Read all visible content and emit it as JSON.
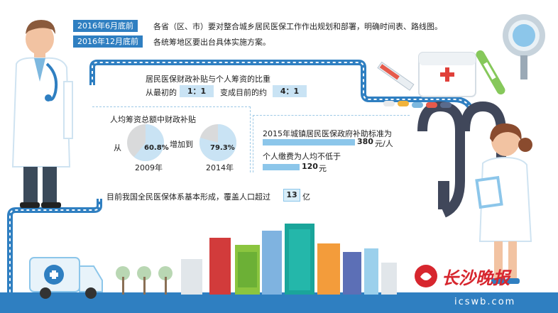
{
  "timeline": [
    {
      "date": "2016年6月底前",
      "text": "各省（区、市）要对整合城乡居民医保工作作出规划和部署，明确时间表、路线图。"
    },
    {
      "date": "2016年12月底前",
      "text": "各统筹地区要出台具体实施方案。"
    }
  ],
  "ratio_section": {
    "title": "居民医保财政补贴与个人筹资的比重",
    "from_label": "从最初的",
    "from_value": "1：1",
    "to_label": "变成目前的约",
    "to_value": "4：1"
  },
  "subsidy_section": {
    "title": "人均筹资总额中财政补贴",
    "from_word": "从",
    "increase_word": "增加到",
    "pie_2009": {
      "value": 60.8,
      "label": "60.8%",
      "year": "2009年"
    },
    "pie_2014": {
      "value": 79.3,
      "label": "79.3%",
      "year": "2014年"
    }
  },
  "standard_section": {
    "line1": "2015年城镇居民医保政府补助标准为",
    "value1": "380",
    "unit1": "元/人",
    "line2": "个人缴费为人均不低于",
    "value2": "120",
    "unit2": "元"
  },
  "coverage": {
    "text_before": "目前我国全民医保体系基本形成，覆盖人口超过",
    "value": "13",
    "unit": "亿"
  },
  "watermark": {
    "brand": "长沙晚报",
    "url": "icswb.com"
  },
  "colors": {
    "accent_blue": "#2f7fc1",
    "light_blue": "#8cc6ea",
    "pale_blue": "#c9e3f4",
    "pie_grey": "#d9dadb",
    "brand_red": "#d7262e"
  },
  "icons": [
    "doctor-male-icon",
    "doctor-female-icon",
    "stethoscope-icon",
    "medical-kit-icon",
    "syringe-icon",
    "thermometer-icon",
    "pills-icon",
    "ambulance-icon",
    "city-skyline-icon"
  ]
}
